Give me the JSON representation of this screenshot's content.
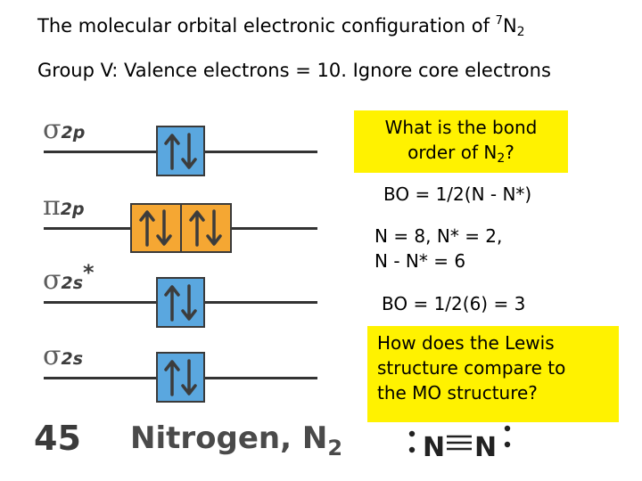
{
  "header": {
    "title_prefix": "The molecular orbital electronic configuration of ",
    "title_superscript": "7",
    "title_element": "N",
    "title_subscript": "2",
    "subtitle": "Group V: Valence electrons = 10. Ignore core electrons"
  },
  "diagram": {
    "levels": [
      {
        "symbol": "σ",
        "subscript": "2p",
        "star": "",
        "boxes": 1,
        "box_color": "#5aa7df",
        "electrons_per_box": 2
      },
      {
        "symbol": "π",
        "subscript": "2p",
        "star": "",
        "boxes": 2,
        "box_color": "#f5a733",
        "electrons_per_box": 2
      },
      {
        "symbol": "σ",
        "subscript": "2s",
        "star": "*",
        "boxes": 1,
        "box_color": "#5aa7df",
        "electrons_per_box": 2
      },
      {
        "symbol": "σ",
        "subscript": "2s",
        "star": "",
        "boxes": 1,
        "box_color": "#5aa7df",
        "electrons_per_box": 2
      }
    ],
    "atomic_number": "45",
    "molecule_name": "Nitrogen, N",
    "molecule_subscript": "2"
  },
  "notes": {
    "question1_line1": "What is the bond",
    "question1_line2_prefix": "order of N",
    "question1_subscript": "2",
    "question1_suffix": "?",
    "bo_formula": "BO = 1/2(N - N*)",
    "counts_line1": "N = 8, N* = 2,",
    "counts_line2": "N - N* = 6",
    "bo_result": "BO = 1/2(6) = 3",
    "question2_line1": "How does the Lewis",
    "question2_line2": "structure compare to",
    "question2_line3": "the MO structure?",
    "highlight_color": "#fff200"
  },
  "lewis": {
    "atom_left": "N",
    "atom_right": "N",
    "bond": "triple",
    "lone_pairs": "one on each N"
  }
}
